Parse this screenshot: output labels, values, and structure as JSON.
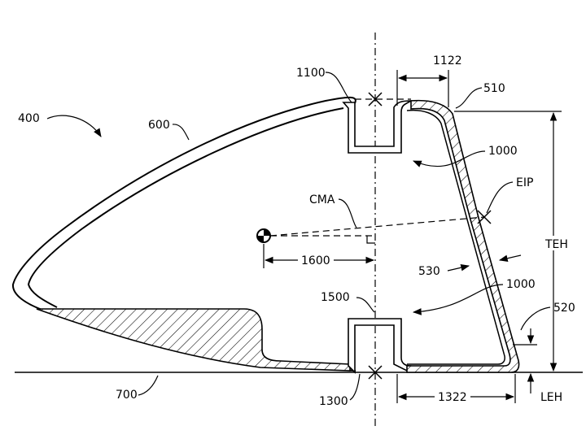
{
  "labels": {
    "club_head": "400",
    "crown": "600",
    "sole": "700",
    "port_top": "1100",
    "width_top": "1122",
    "face_top": "510",
    "insert_top": "1000",
    "eip": "EIP",
    "cma": "CMA",
    "teh": "TEH",
    "face_thickness": "530",
    "insert_bottom": "1000",
    "cg_distance": "1600",
    "axis_mark": "1500",
    "face_bottom": "520",
    "port_bottom": "1300",
    "width_bottom": "1322",
    "leh": "LEH"
  }
}
